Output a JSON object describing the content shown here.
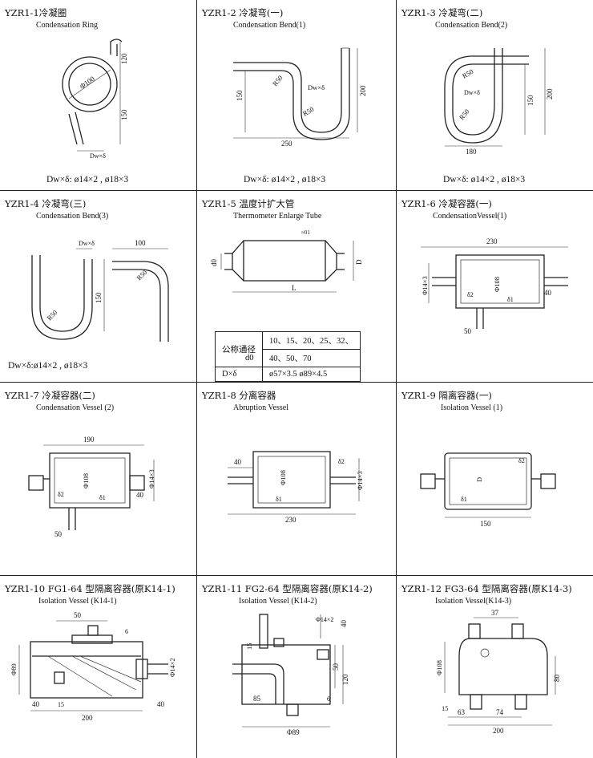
{
  "cells": [
    {
      "title": "YZR1-1冷凝圈",
      "subtitle": "Condensation Ring",
      "spec": "Dw×δ: ø14×2 , ø18×3",
      "dims": {
        "d1": "120",
        "d2": "150",
        "d3": "Φ100",
        "d4": "Dw×δ"
      }
    },
    {
      "title": "YZR1-2 冷凝弯(一)",
      "subtitle": "Condensation Bend(1)",
      "spec": "Dw×δ: ø14×2 , ø18×3",
      "dims": {
        "d1": "R50",
        "d2": "Dw×δ",
        "d3": "R50",
        "d4": "150",
        "d5": "200",
        "d6": "250"
      }
    },
    {
      "title": "YZR1-3 冷凝弯(二)",
      "subtitle": "Condensation Bend(2)",
      "spec": "Dw×δ: ø14×2 , ø18×3",
      "dims": {
        "d1": "R50",
        "d2": "Dw×δ",
        "d3": "R50",
        "d4": "150",
        "d5": "200",
        "d6": "180"
      }
    },
    {
      "title": "YZR1-4 冷凝弯(三)",
      "subtitle": "Condensation Bend(3)",
      "spec": "Dw×δ:ø14×2 , ø18×3",
      "dims": {
        "d1": "Dw×δ",
        "d2": "100",
        "d3": "R50",
        "d4": "150",
        "d5": "R50"
      }
    },
    {
      "title": "YZR1-5 温度计扩大管",
      "subtitle": "Thermometer Enlarge Tube",
      "dims": {
        "d1": "≈01",
        "d2": "d0",
        "d3": "D",
        "d4": "L"
      },
      "table": [
        [
          "公称通径",
          "10、15、20、25、32、"
        ],
        [
          "d0",
          "40、50、70"
        ],
        [
          "D×δ",
          "ø57×3.5  ø89×4.5"
        ]
      ]
    },
    {
      "title": "YZR1-6 冷凝容器(一)",
      "subtitle": "CondensationVessel(1)",
      "dims": {
        "d1": "230",
        "d2": "Φ14×3",
        "d3": "Φ108",
        "d4": "δ2",
        "d5": "δ1",
        "d6": "40",
        "d7": "50"
      }
    },
    {
      "title": "YZR1-7 冷凝容器(二)",
      "subtitle": "Condensation Vessel (2)",
      "dims": {
        "d1": "190",
        "d2": "Φ108",
        "d3": "Φ14×3",
        "d4": "δ2",
        "d5": "δ1",
        "d6": "40",
        "d7": "50"
      }
    },
    {
      "title": "YZR1-8 分离容器",
      "subtitle": "Abruption Vessel",
      "dims": {
        "d1": "40",
        "d2": "δ2",
        "d3": "Φ108",
        "d4": "Φ14×3",
        "d5": "δ1",
        "d6": "230"
      }
    },
    {
      "title": "YZR1-9 隔离容器(一)",
      "subtitle": "Isolation Vessel (1)",
      "dims": {
        "d1": "δ2",
        "d2": "D",
        "d3": "δ1",
        "d4": "150"
      }
    },
    {
      "title": "YZR1-10 FG1-64 型隔离容器(原K14-1)",
      "subtitle": "Isolation Vessel (K14-1)",
      "dims": {
        "d1": "50",
        "d2": "6",
        "d3": "Φ89",
        "d4": "Φ14×2",
        "d5": "40",
        "d6": "15",
        "d7": "200",
        "d8": "40"
      }
    },
    {
      "title": "YZR1-11 FG2-64 型隔离容器(原K14-2)",
      "subtitle": "Isolation Vessel (K14-2)",
      "dims": {
        "d1": "Φ14×2",
        "d2": "40",
        "d3": "15",
        "d4": "50",
        "d5": "120",
        "d6": "85",
        "d7": "6",
        "d8": "Φ89"
      }
    },
    {
      "title": "YZR1-12 FG3-64 型隔离容器(原K14-3)",
      "subtitle": "Isolation Vessel(K14-3)",
      "dims": {
        "d1": "37",
        "d2": "Φ108",
        "d3": "80",
        "d4": "15",
        "d5": "63",
        "d6": "74",
        "d7": "200"
      }
    }
  ]
}
